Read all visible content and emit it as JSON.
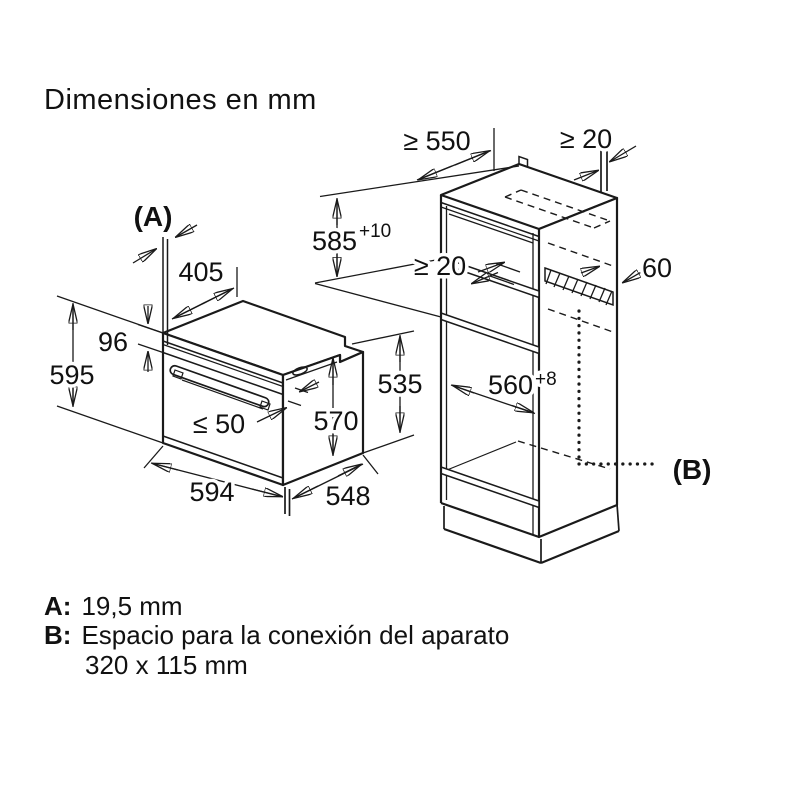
{
  "title": "Dimensiones en mm",
  "colors": {
    "line": "#1a1a1a",
    "background": "#ffffff"
  },
  "diagram": {
    "oven": {
      "marker_a": "(A)",
      "top_depth": "405",
      "panel_height": "96",
      "total_height": "595",
      "handle_protrusion": "≤ 50",
      "body_height": "570",
      "rear_height": "535",
      "width": "594",
      "depth": "548"
    },
    "cabinet": {
      "top_depth_min": "≥ 550",
      "rear_gap_min": "≥ 20",
      "niche_height": "585",
      "niche_height_tol": "+10",
      "vent_gap_min": "≥ 20",
      "vent_depth": "60",
      "niche_width": "560",
      "niche_width_tol": "+8",
      "marker_b": "(B)"
    }
  },
  "legend": {
    "a_key": "A:",
    "a_value": "19,5 mm",
    "b_key": "B:",
    "b_value": "Espacio para la conexión del aparato",
    "b_value_line2": "320 x 115 mm"
  }
}
